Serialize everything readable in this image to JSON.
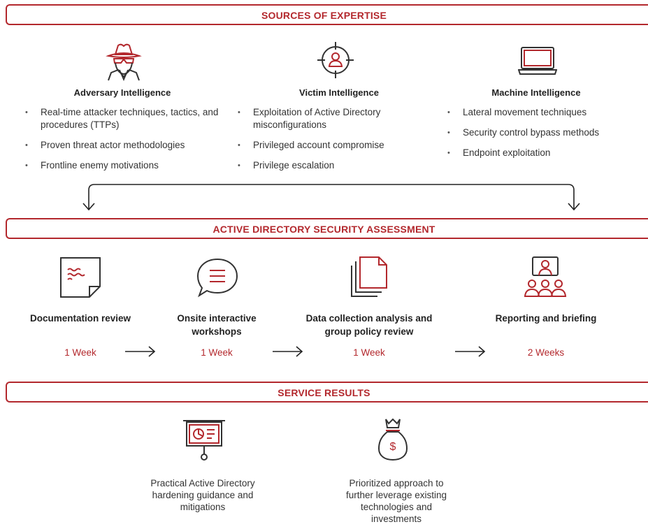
{
  "sections": {
    "sources": "SOURCES OF EXPERTISE",
    "assessment": "ACTIVE DIRECTORY SECURITY ASSESSMENT",
    "results": "SERVICE RESULTS"
  },
  "sources": [
    {
      "title": "Adversary Intelligence",
      "icon": "spy-icon",
      "bullets": [
        "Real-time attacker techniques, tactics, and procedures (TTPs)",
        "Proven threat actor methodologies",
        "Frontline enemy motivations"
      ]
    },
    {
      "title": "Victim Intelligence",
      "icon": "crosshair-target-icon",
      "bullets": [
        "Exploitation of Active Directory misconfigurations",
        "Privileged account compromise",
        "Privilege escalation"
      ]
    },
    {
      "title": "Machine Intelligence",
      "icon": "laptop-icon",
      "bullets": [
        "Lateral movement techniques",
        "Security control bypass methods",
        "Endpoint exploitation"
      ]
    }
  ],
  "steps": [
    {
      "title": "Documentation review",
      "duration": "1 Week",
      "icon": "document-icon"
    },
    {
      "title": "Onsite interactive workshops",
      "duration": "1 Week",
      "icon": "chat-bubble-icon"
    },
    {
      "title": "Data collection analysis and group policy review",
      "duration": "1 Week",
      "icon": "files-icon"
    },
    {
      "title": "Reporting and briefing",
      "duration": "2 Weeks",
      "icon": "presentation-audience-icon"
    }
  ],
  "results": [
    {
      "text": "Practical Active Directory hardening guidance and mitigations",
      "icon": "presentation-board-icon"
    },
    {
      "text": "Prioritized approach to further leverage existing technologies and investments",
      "icon": "money-bag-icon"
    }
  ],
  "colors": {
    "accent": "#b3282d",
    "text": "#222222",
    "icon_stroke": "#333333"
  }
}
